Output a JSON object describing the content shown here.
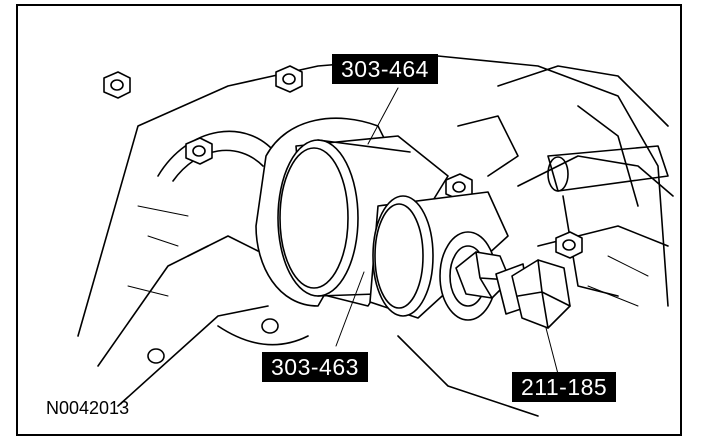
{
  "callouts": {
    "tool_a": "303-464",
    "tool_b": "303-463",
    "tool_c": "211-185"
  },
  "figure_id": "N0042013",
  "colors": {
    "line": "#000000",
    "background": "#ffffff",
    "label_bg": "#000000",
    "label_text": "#ffffff"
  }
}
